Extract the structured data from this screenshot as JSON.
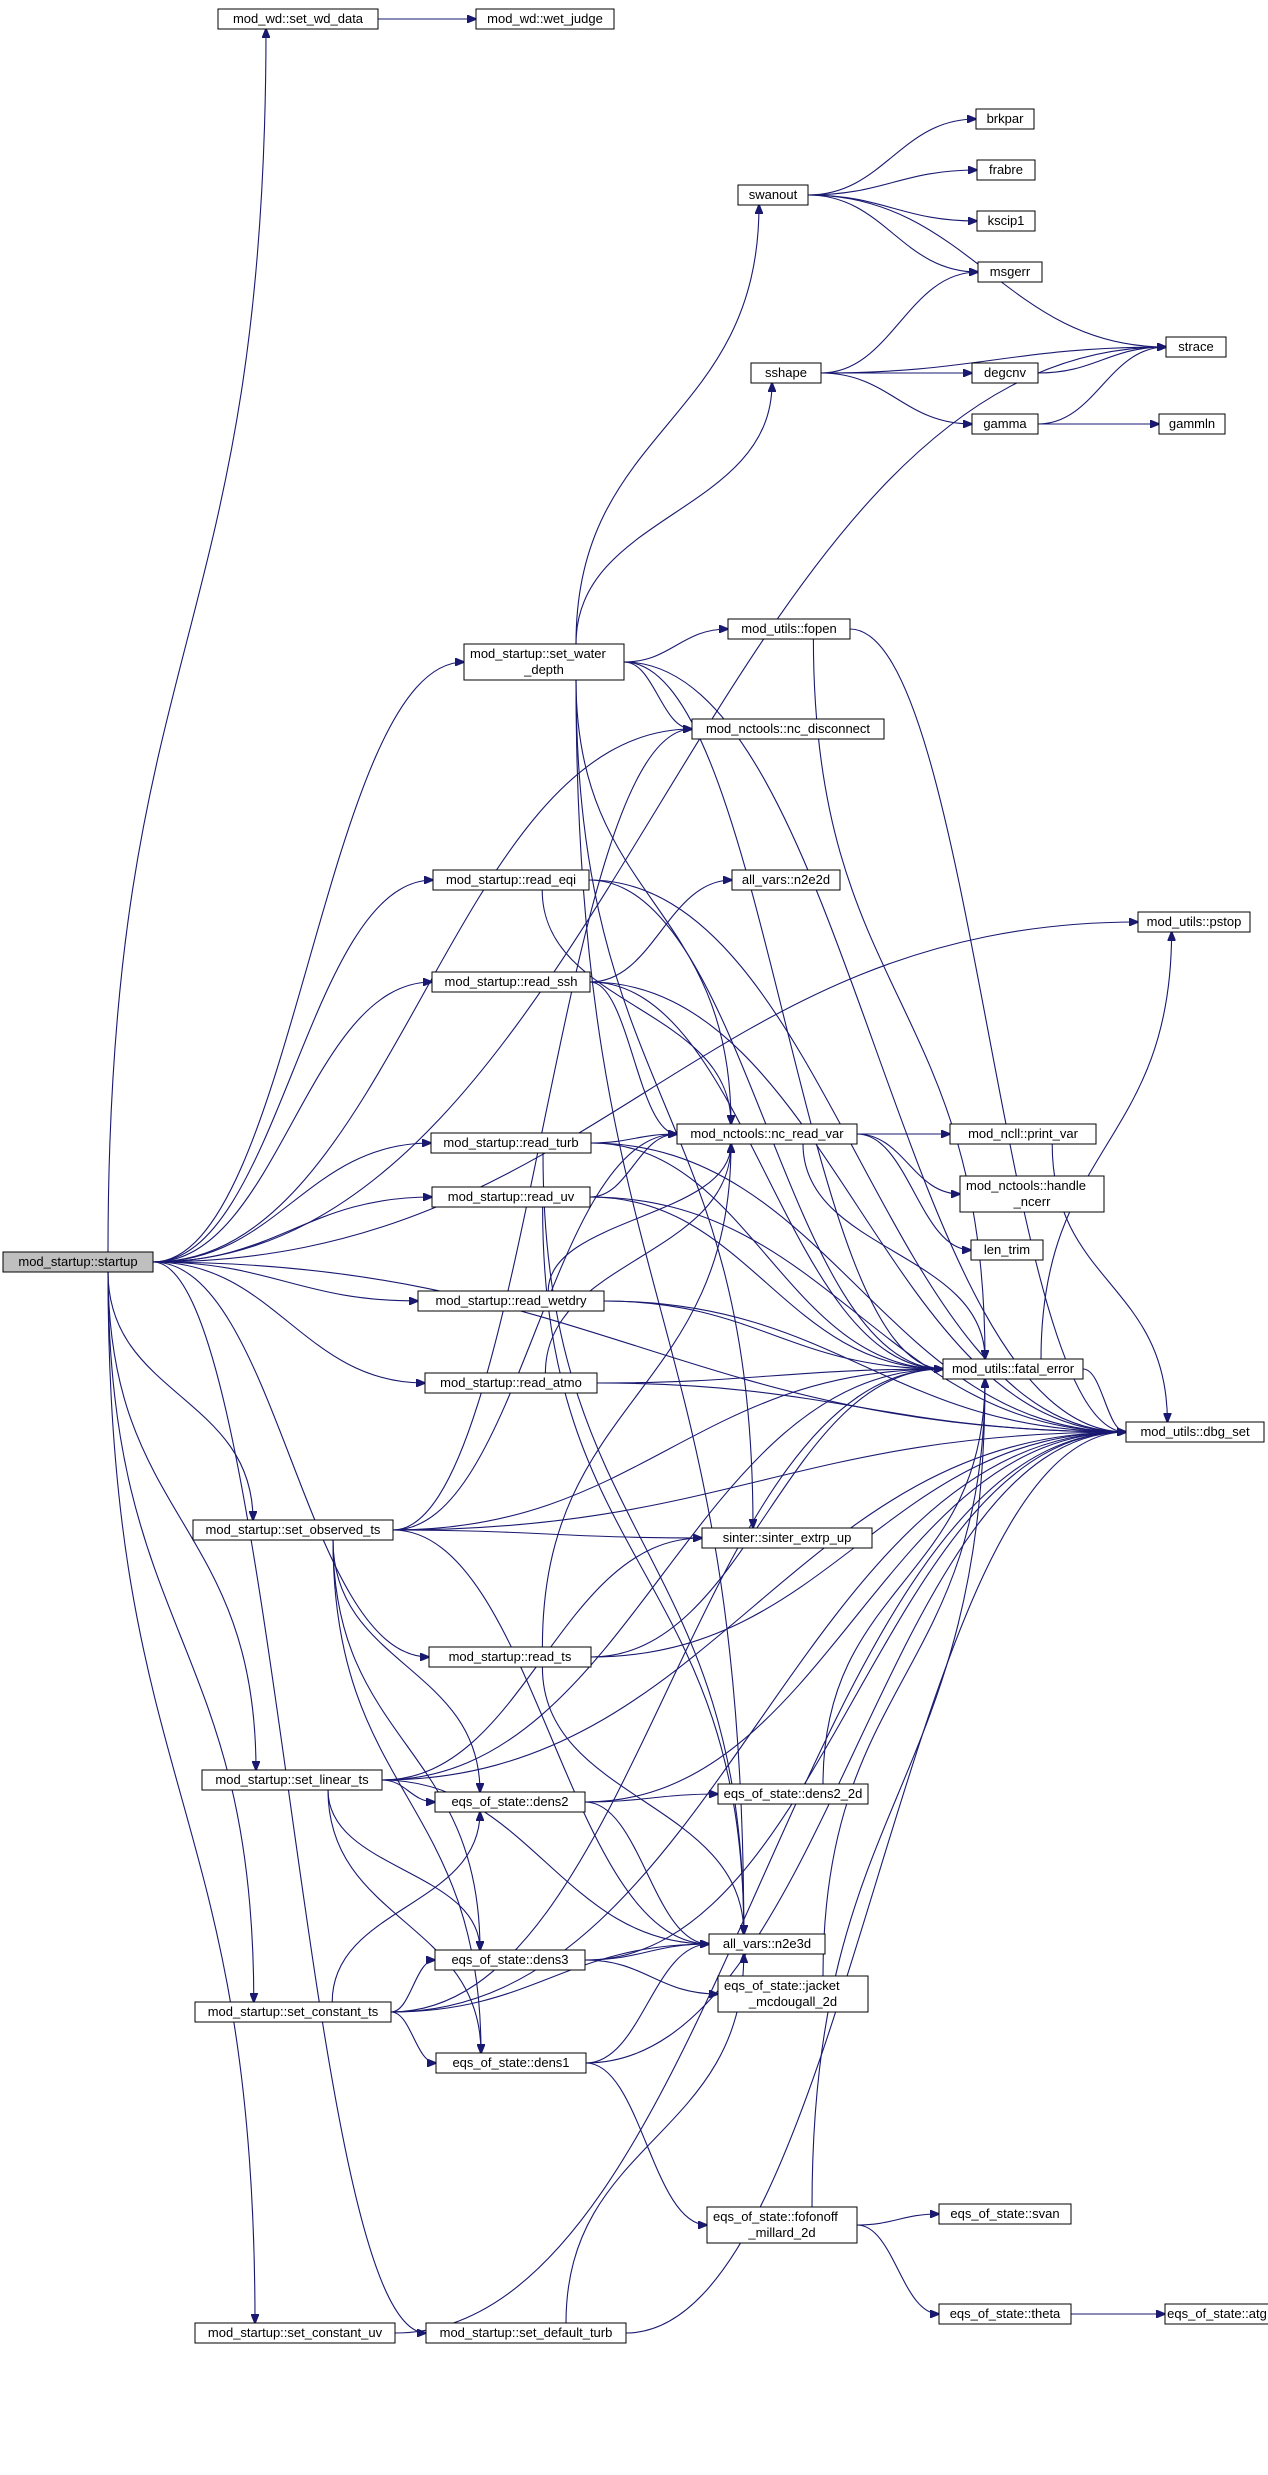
{
  "diagram": {
    "colors": {
      "edge": "#191970",
      "node_border": "#000000",
      "root_fill": "#bfbfbf",
      "node_fill": "#ffffff"
    },
    "nodes": [
      {
        "id": "startup",
        "lines": [
          "mod_startup::startup"
        ],
        "root": true
      },
      {
        "id": "set_wd_data",
        "lines": [
          "mod_wd::set_wd_data"
        ]
      },
      {
        "id": "wet_judge",
        "lines": [
          "mod_wd::wet_judge"
        ]
      },
      {
        "id": "swanout",
        "lines": [
          "swanout"
        ]
      },
      {
        "id": "brkpar",
        "lines": [
          "brkpar"
        ]
      },
      {
        "id": "frabre",
        "lines": [
          "frabre"
        ]
      },
      {
        "id": "kscip1",
        "lines": [
          "kscip1"
        ]
      },
      {
        "id": "msgerr",
        "lines": [
          "msgerr"
        ]
      },
      {
        "id": "strace",
        "lines": [
          "strace"
        ]
      },
      {
        "id": "sshape",
        "lines": [
          "sshape"
        ]
      },
      {
        "id": "degcnv",
        "lines": [
          "degcnv"
        ]
      },
      {
        "id": "gamma",
        "lines": [
          "gamma"
        ]
      },
      {
        "id": "gammln",
        "lines": [
          "gammln"
        ]
      },
      {
        "id": "set_water_depth",
        "lines": [
          "mod_startup::set_water",
          "_depth"
        ]
      },
      {
        "id": "fopen",
        "lines": [
          "mod_utils::fopen"
        ]
      },
      {
        "id": "nc_disconnect",
        "lines": [
          "mod_nctools::nc_disconnect"
        ]
      },
      {
        "id": "read_eqi",
        "lines": [
          "mod_startup::read_eqi"
        ]
      },
      {
        "id": "n2e2d",
        "lines": [
          "all_vars::n2e2d"
        ]
      },
      {
        "id": "pstop",
        "lines": [
          "mod_utils::pstop"
        ]
      },
      {
        "id": "read_ssh",
        "lines": [
          "mod_startup::read_ssh"
        ]
      },
      {
        "id": "read_turb",
        "lines": [
          "mod_startup::read_turb"
        ]
      },
      {
        "id": "nc_read_var",
        "lines": [
          "mod_nctools::nc_read_var"
        ]
      },
      {
        "id": "print_var",
        "lines": [
          "mod_ncll::print_var"
        ]
      },
      {
        "id": "handle_ncerr",
        "lines": [
          "mod_nctools::handle",
          "_ncerr"
        ]
      },
      {
        "id": "read_uv",
        "lines": [
          "mod_startup::read_uv"
        ]
      },
      {
        "id": "len_trim",
        "lines": [
          "len_trim"
        ]
      },
      {
        "id": "read_wetdry",
        "lines": [
          "mod_startup::read_wetdry"
        ]
      },
      {
        "id": "fatal_error",
        "lines": [
          "mod_utils::fatal_error"
        ]
      },
      {
        "id": "read_atmo",
        "lines": [
          "mod_startup::read_atmo"
        ]
      },
      {
        "id": "dbg_set",
        "lines": [
          "mod_utils::dbg_set"
        ]
      },
      {
        "id": "set_observed_ts",
        "lines": [
          "mod_startup::set_observed_ts"
        ]
      },
      {
        "id": "sinter_extrp_up",
        "lines": [
          "sinter::sinter_extrp_up"
        ]
      },
      {
        "id": "read_ts",
        "lines": [
          "mod_startup::read_ts"
        ]
      },
      {
        "id": "set_linear_ts",
        "lines": [
          "mod_startup::set_linear_ts"
        ]
      },
      {
        "id": "dens2",
        "lines": [
          "eqs_of_state::dens2"
        ]
      },
      {
        "id": "dens2_2d",
        "lines": [
          "eqs_of_state::dens2_2d"
        ]
      },
      {
        "id": "n2e3d",
        "lines": [
          "all_vars::n2e3d"
        ]
      },
      {
        "id": "dens3",
        "lines": [
          "eqs_of_state::dens3"
        ]
      },
      {
        "id": "jacket",
        "lines": [
          "eqs_of_state::jacket",
          "_mcdougall_2d"
        ]
      },
      {
        "id": "set_constant_ts",
        "lines": [
          "mod_startup::set_constant_ts"
        ]
      },
      {
        "id": "dens1",
        "lines": [
          "eqs_of_state::dens1"
        ]
      },
      {
        "id": "fofonoff",
        "lines": [
          "eqs_of_state::fofonoff",
          "_millard_2d"
        ]
      },
      {
        "id": "svan",
        "lines": [
          "eqs_of_state::svan"
        ]
      },
      {
        "id": "theta",
        "lines": [
          "eqs_of_state::theta"
        ]
      },
      {
        "id": "atg",
        "lines": [
          "eqs_of_state::atg"
        ]
      },
      {
        "id": "set_constant_uv",
        "lines": [
          "mod_startup::set_constant_uv"
        ]
      },
      {
        "id": "set_default_turb",
        "lines": [
          "mod_startup::set_default_turb"
        ]
      }
    ],
    "edges": [
      [
        "startup",
        "set_wd_data"
      ],
      [
        "set_wd_data",
        "wet_judge"
      ],
      [
        "startup",
        "dbg_set"
      ],
      [
        "startup",
        "strace"
      ],
      [
        "startup",
        "set_water_depth"
      ],
      [
        "startup",
        "pstop"
      ],
      [
        "startup",
        "nc_disconnect"
      ],
      [
        "startup",
        "read_eqi"
      ],
      [
        "startup",
        "read_ssh"
      ],
      [
        "startup",
        "read_turb"
      ],
      [
        "startup",
        "read_uv"
      ],
      [
        "startup",
        "read_wetdry"
      ],
      [
        "startup",
        "read_atmo"
      ],
      [
        "startup",
        "set_observed_ts"
      ],
      [
        "startup",
        "read_ts"
      ],
      [
        "startup",
        "set_linear_ts"
      ],
      [
        "startup",
        "set_constant_ts"
      ],
      [
        "startup",
        "set_constant_uv"
      ],
      [
        "startup",
        "set_default_turb"
      ],
      [
        "swanout",
        "brkpar"
      ],
      [
        "swanout",
        "frabre"
      ],
      [
        "swanout",
        "kscip1"
      ],
      [
        "swanout",
        "msgerr"
      ],
      [
        "swanout",
        "strace"
      ],
      [
        "sshape",
        "msgerr"
      ],
      [
        "sshape",
        "strace"
      ],
      [
        "sshape",
        "degcnv"
      ],
      [
        "sshape",
        "gamma"
      ],
      [
        "degcnv",
        "strace"
      ],
      [
        "gamma",
        "strace"
      ],
      [
        "gamma",
        "gammln"
      ],
      [
        "set_water_depth",
        "swanout"
      ],
      [
        "set_water_depth",
        "sshape"
      ],
      [
        "set_water_depth",
        "fopen"
      ],
      [
        "set_water_depth",
        "nc_disconnect"
      ],
      [
        "set_water_depth",
        "dbg_set"
      ],
      [
        "set_water_depth",
        "fatal_error"
      ],
      [
        "set_water_depth",
        "nc_read_var"
      ],
      [
        "set_water_depth",
        "sinter_extrp_up"
      ],
      [
        "set_water_depth",
        "n2e3d"
      ],
      [
        "fopen",
        "fatal_error"
      ],
      [
        "fopen",
        "dbg_set"
      ],
      [
        "read_eqi",
        "nc_read_var"
      ],
      [
        "read_eqi",
        "fatal_error"
      ],
      [
        "read_eqi",
        "dbg_set"
      ],
      [
        "read_ssh",
        "n2e2d"
      ],
      [
        "read_ssh",
        "nc_read_var"
      ],
      [
        "read_ssh",
        "fatal_error"
      ],
      [
        "read_ssh",
        "dbg_set"
      ],
      [
        "read_turb",
        "nc_read_var"
      ],
      [
        "read_turb",
        "fatal_error"
      ],
      [
        "read_turb",
        "dbg_set"
      ],
      [
        "read_turb",
        "n2e3d"
      ],
      [
        "nc_read_var",
        "print_var"
      ],
      [
        "nc_read_var",
        "handle_ncerr"
      ],
      [
        "nc_read_var",
        "len_trim"
      ],
      [
        "nc_read_var",
        "fatal_error"
      ],
      [
        "print_var",
        "dbg_set"
      ],
      [
        "read_uv",
        "nc_read_var"
      ],
      [
        "read_uv",
        "fatal_error"
      ],
      [
        "read_uv",
        "dbg_set"
      ],
      [
        "read_uv",
        "n2e3d"
      ],
      [
        "read_wetdry",
        "nc_read_var"
      ],
      [
        "read_wetdry",
        "fatal_error"
      ],
      [
        "read_wetdry",
        "dbg_set"
      ],
      [
        "read_atmo",
        "nc_read_var"
      ],
      [
        "read_atmo",
        "fatal_error"
      ],
      [
        "read_atmo",
        "dbg_set"
      ],
      [
        "fatal_error",
        "pstop"
      ],
      [
        "fatal_error",
        "dbg_set"
      ],
      [
        "set_observed_ts",
        "nc_disconnect"
      ],
      [
        "set_observed_ts",
        "nc_read_var"
      ],
      [
        "set_observed_ts",
        "fatal_error"
      ],
      [
        "set_observed_ts",
        "sinter_extrp_up"
      ],
      [
        "set_observed_ts",
        "dbg_set"
      ],
      [
        "set_observed_ts",
        "dens2"
      ],
      [
        "set_observed_ts",
        "n2e3d"
      ],
      [
        "set_observed_ts",
        "dens3"
      ],
      [
        "set_observed_ts",
        "dens1"
      ],
      [
        "read_ts",
        "nc_read_var"
      ],
      [
        "read_ts",
        "fatal_error"
      ],
      [
        "read_ts",
        "dbg_set"
      ],
      [
        "read_ts",
        "n2e3d"
      ],
      [
        "set_linear_ts",
        "sinter_extrp_up"
      ],
      [
        "set_linear_ts",
        "fatal_error"
      ],
      [
        "set_linear_ts",
        "dbg_set"
      ],
      [
        "set_linear_ts",
        "dens2"
      ],
      [
        "set_linear_ts",
        "n2e3d"
      ],
      [
        "set_linear_ts",
        "dens3"
      ],
      [
        "set_linear_ts",
        "dens1"
      ],
      [
        "dens2",
        "dens2_2d"
      ],
      [
        "dens2",
        "n2e3d"
      ],
      [
        "dens2",
        "dbg_set"
      ],
      [
        "dens2_2d",
        "fatal_error"
      ],
      [
        "dens3",
        "n2e3d"
      ],
      [
        "dens3",
        "jacket"
      ],
      [
        "dens3",
        "dbg_set"
      ],
      [
        "jacket",
        "fatal_error"
      ],
      [
        "set_constant_ts",
        "dens2"
      ],
      [
        "set_constant_ts",
        "dens3"
      ],
      [
        "set_constant_ts",
        "n2e3d"
      ],
      [
        "set_constant_ts",
        "dens1"
      ],
      [
        "set_constant_ts",
        "dbg_set"
      ],
      [
        "set_constant_ts",
        "fatal_error"
      ],
      [
        "dens1",
        "n2e3d"
      ],
      [
        "dens1",
        "fofonoff"
      ],
      [
        "dens1",
        "dbg_set"
      ],
      [
        "fofonoff",
        "svan"
      ],
      [
        "fofonoff",
        "theta"
      ],
      [
        "fofonoff",
        "fatal_error"
      ],
      [
        "theta",
        "atg"
      ],
      [
        "set_constant_uv",
        "dbg_set"
      ],
      [
        "set_default_turb",
        "n2e3d"
      ],
      [
        "set_default_turb",
        "dbg_set"
      ]
    ]
  }
}
